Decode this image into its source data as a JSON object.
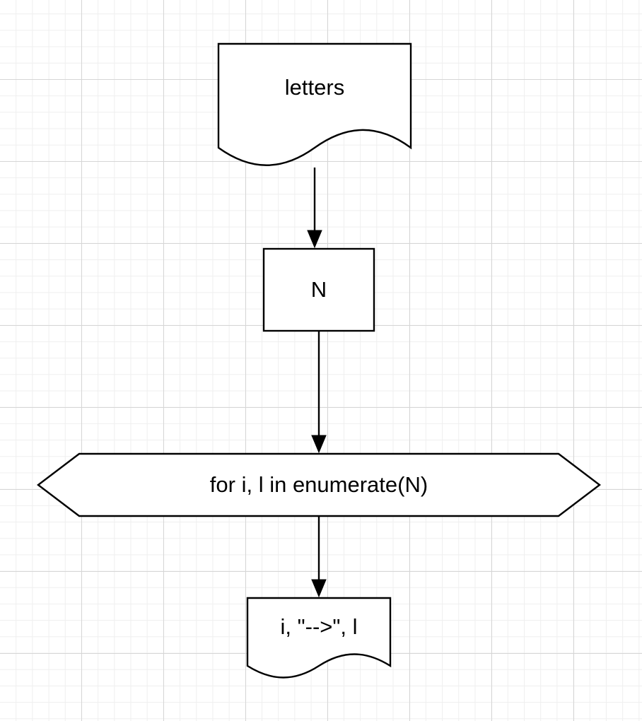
{
  "diagram": {
    "type": "flowchart",
    "nodes": [
      {
        "id": "letters",
        "shape": "document",
        "label": "letters"
      },
      {
        "id": "n",
        "shape": "rectangle",
        "label": "N"
      },
      {
        "id": "loop",
        "shape": "hexagon",
        "label": "for i, l in enumerate(N)"
      },
      {
        "id": "output",
        "shape": "document",
        "label": "i, \"-->\", l"
      }
    ],
    "edges": [
      {
        "from": "letters",
        "to": "n"
      },
      {
        "from": "n",
        "to": "loop"
      },
      {
        "from": "loop",
        "to": "output"
      }
    ]
  },
  "colors": {
    "stroke": "#000000",
    "fill": "#ffffff",
    "grid_major": "#d6d6d6",
    "grid_minor": "#efefef"
  }
}
